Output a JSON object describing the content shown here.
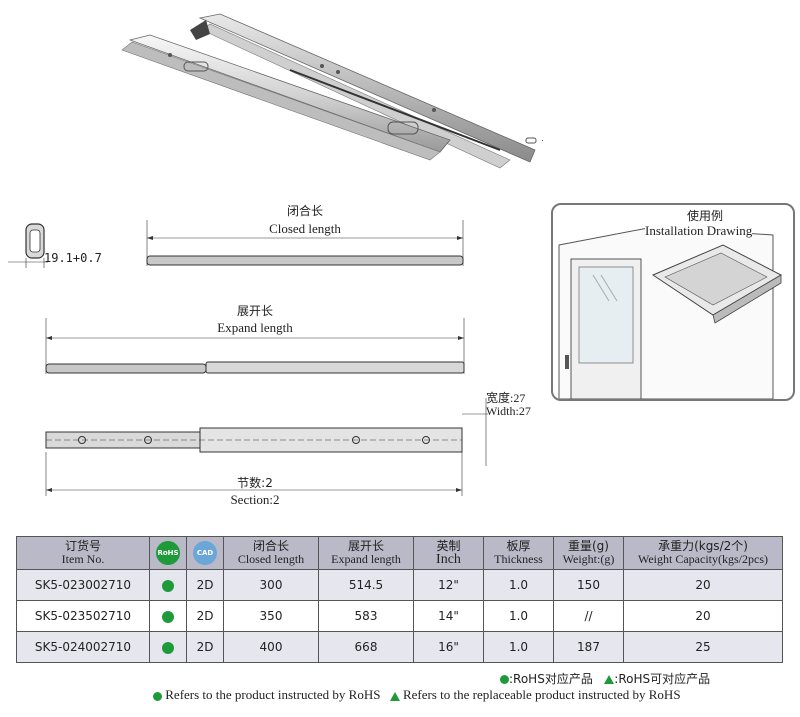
{
  "drawing": {
    "profile_dim": "19.1+0.7",
    "closed_cn": "闭合长",
    "closed_en": "Closed length",
    "expand_cn": "展开长",
    "expand_en": "Expand length",
    "width_cn": "宽度:27",
    "width_en": "Width:27",
    "section_cn": "节数:2",
    "section_en": "Section:2",
    "install_cn": "使用例",
    "install_en": "Installation Drawing"
  },
  "table": {
    "headers": {
      "item_cn": "订货号",
      "item_en": "Item No.",
      "rohs_badge": "RoHS",
      "cad_badge": "CAD",
      "closed_cn": "闭合长",
      "closed_en": "Closed length",
      "expand_cn": "展开长",
      "expand_en": "Expand length",
      "inch_cn": "英制",
      "inch_en": "Inch",
      "thick_cn": "板厚",
      "thick_en": "Thickness",
      "weight_cn": "重量(g)",
      "weight_en": "Weight:(g)",
      "cap_cn": "承重力(kgs/2个)",
      "cap_en": "Weight Capacity(kgs/2pcs)"
    },
    "rows": [
      {
        "item": "SK5-023002710",
        "cad": "2D",
        "closed": "300",
        "expand": "514.5",
        "inch": "12\"",
        "thickness": "1.0",
        "weight": "150",
        "capacity": "20"
      },
      {
        "item": "SK5-023502710",
        "cad": "2D",
        "closed": "350",
        "expand": "583",
        "inch": "14\"",
        "thickness": "1.0",
        "weight": "//",
        "capacity": "20"
      },
      {
        "item": "SK5-024002710",
        "cad": "2D",
        "closed": "400",
        "expand": "668",
        "inch": "16\"",
        "thickness": "1.0",
        "weight": "187",
        "capacity": "25"
      }
    ]
  },
  "legend": {
    "rohs_cn": ":RoHS对应产品",
    "replace_cn": ":RoHS可对应产品",
    "rohs_en": "Refers to the product instructed by RoHS",
    "replace_en": "Refers to the replaceable product instructed by RoHS"
  },
  "colors": {
    "green": "#1f9a3a",
    "header": "#b9b9c8",
    "cad": "#6aa6d8"
  }
}
